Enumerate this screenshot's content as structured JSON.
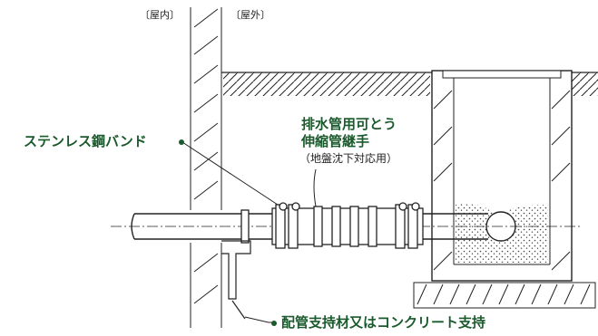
{
  "zones": {
    "indoor": "〔屋内〕",
    "outdoor": "〔屋外〕"
  },
  "labels": {
    "band": "ステンレス鋼バンド",
    "joint_line1": "排水管用可とう",
    "joint_line2": "伸縮管継手",
    "joint_note": "（地盤沈下対応用）",
    "support": "配管支持材又はコンクリート支持"
  },
  "colors": {
    "ink": "#222222",
    "label": "#1a5a2c"
  }
}
